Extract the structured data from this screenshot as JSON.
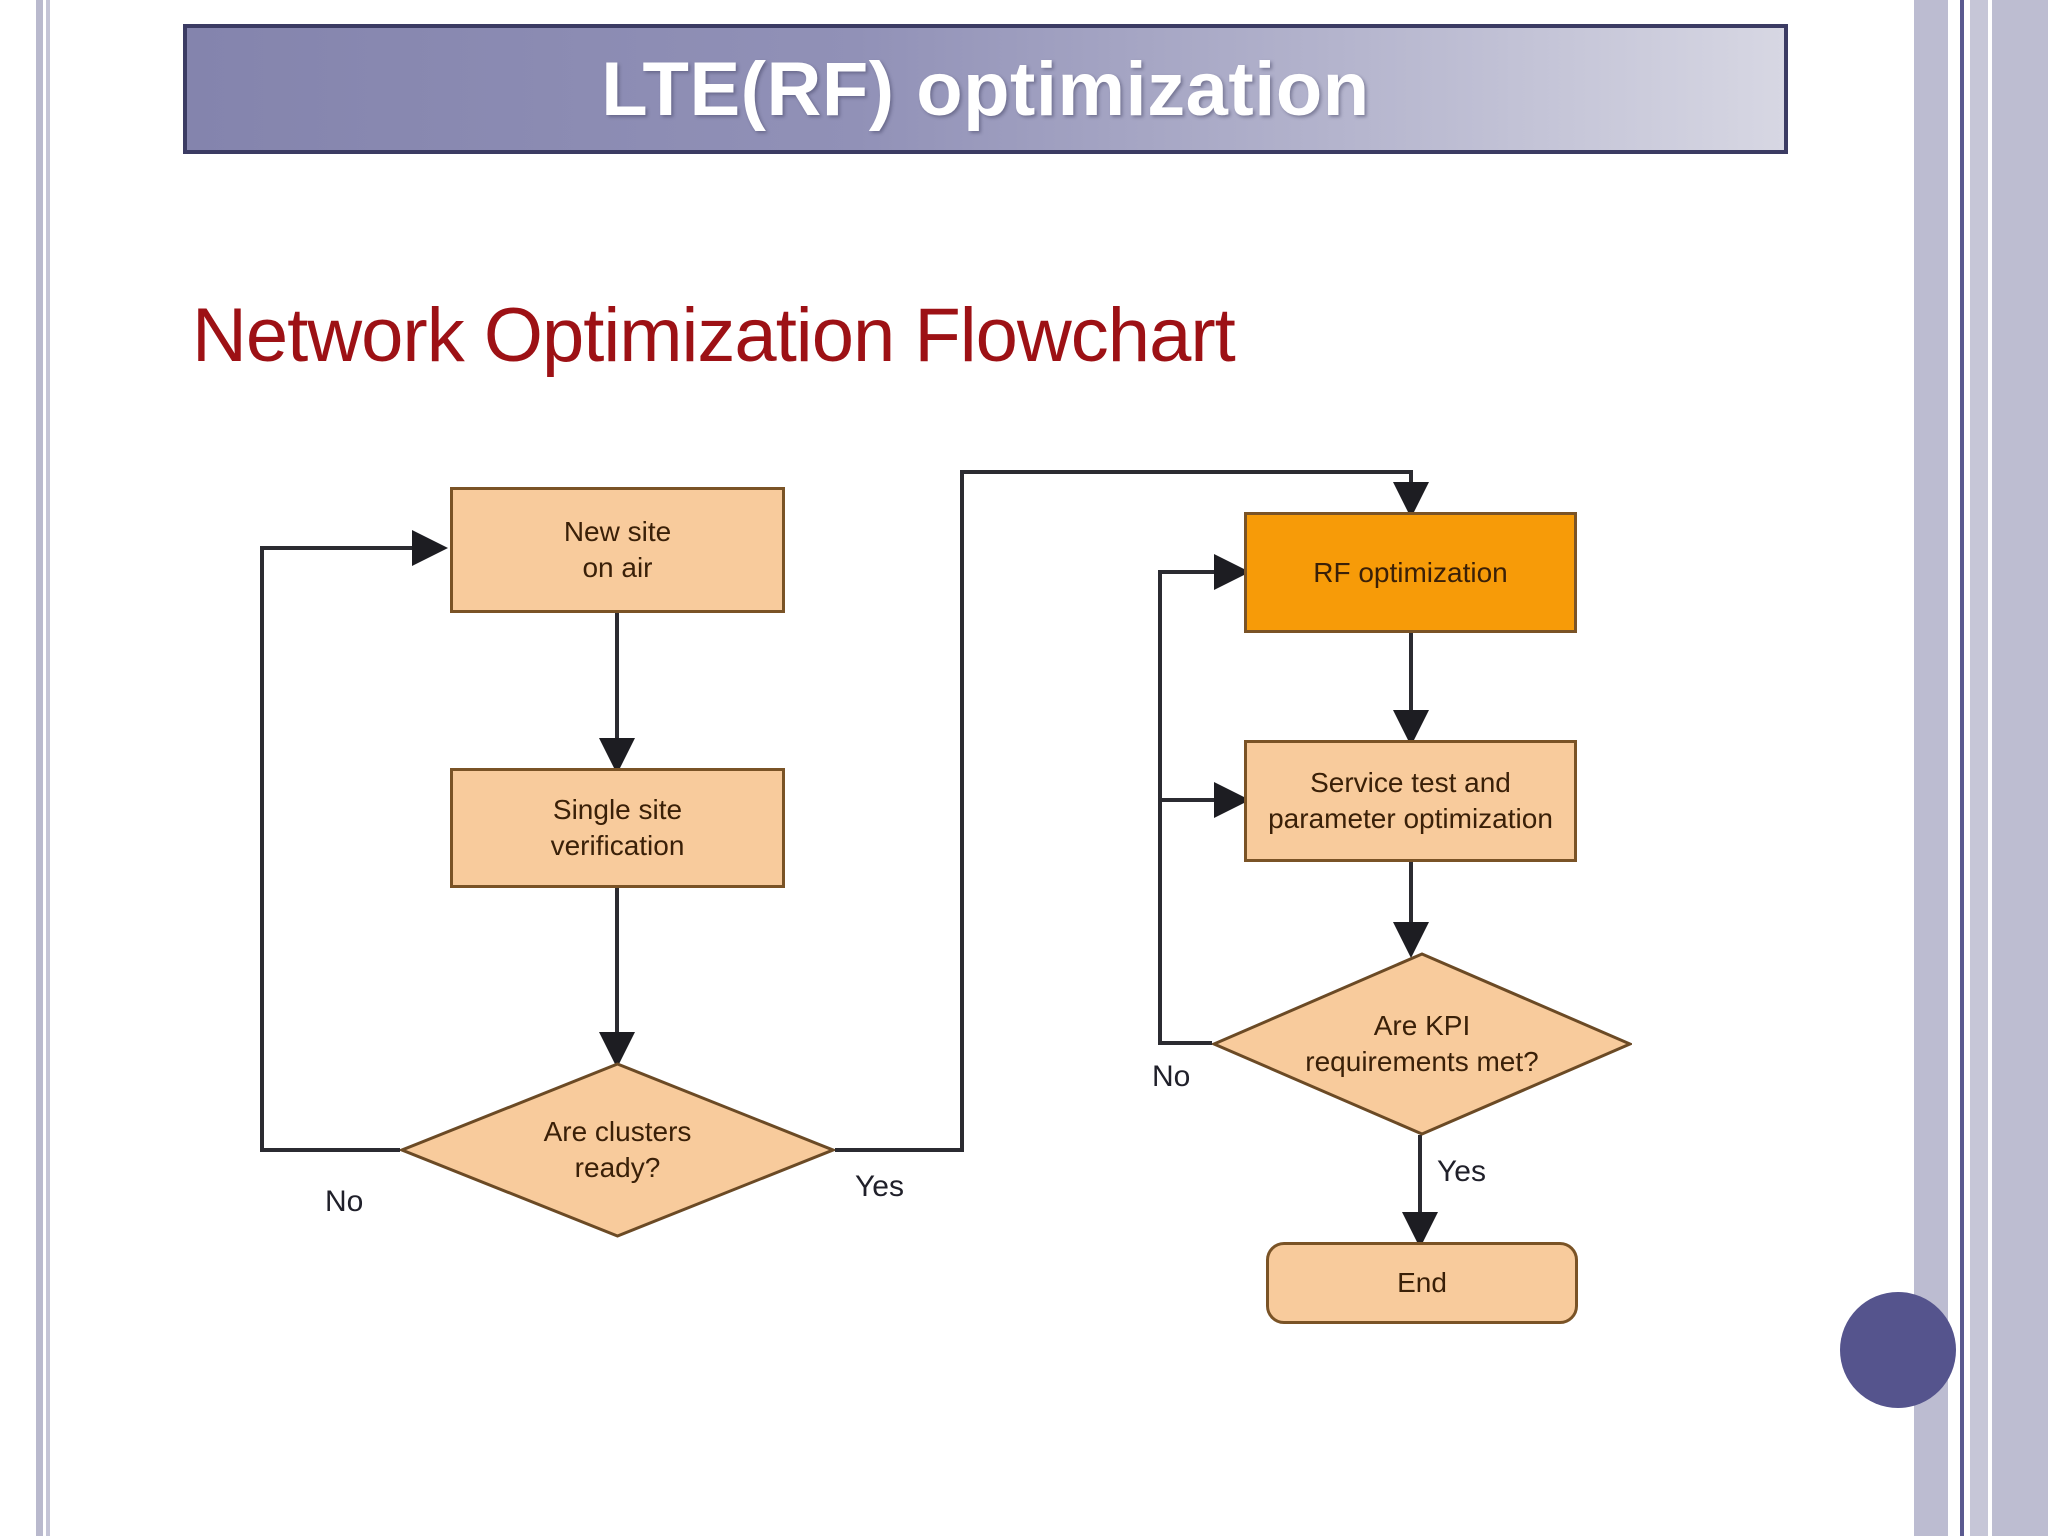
{
  "slide": {
    "title": "LTE(RF) optimization",
    "heading": "Network Optimization Flowchart",
    "accent_color": "#55548d",
    "title_band_color": "#8484ad",
    "heading_color": "#9d1115"
  },
  "flowchart": {
    "nodes": [
      {
        "id": "new-site-on-air",
        "type": "process",
        "label": "New site\non air",
        "fill": "#f8cb9c",
        "border": "#7a5326"
      },
      {
        "id": "single-site-verification",
        "type": "process",
        "label": "Single site\nverification",
        "fill": "#f8cb9c",
        "border": "#7a5326"
      },
      {
        "id": "are-clusters-ready",
        "type": "decision",
        "label": "Are clusters\nready?",
        "fill": "#f8cb9c",
        "border": "#7a5326"
      },
      {
        "id": "rf-optimization",
        "type": "process",
        "label": "RF optimization",
        "fill": "#f79b08",
        "border": "#7a5326",
        "highlighted": true
      },
      {
        "id": "service-test",
        "type": "process",
        "label": "Service test and\nparameter optimization",
        "fill": "#f8cb9c",
        "border": "#7a5326"
      },
      {
        "id": "are-kpi-met",
        "type": "decision",
        "label": "Are KPI\nrequirements met?",
        "fill": "#f8cb9c",
        "border": "#7a5326"
      },
      {
        "id": "end",
        "type": "terminator",
        "label": "End",
        "fill": "#f8cb9c",
        "border": "#7a5326"
      }
    ],
    "node_labels": {
      "new_site_line1": "New site",
      "new_site_line2": "on air",
      "single_site_line1": "Single site",
      "single_site_line2": "verification",
      "clusters_line1": "Are clusters",
      "clusters_line2": "ready?",
      "rf_optimization": "RF optimization",
      "service_line1": "Service test and",
      "service_line2": "parameter optimization",
      "kpi_line1": "Are KPI",
      "kpi_line2": "requirements met?",
      "end": "End"
    },
    "edge_labels": {
      "clusters_no": "No",
      "clusters_yes": "Yes",
      "kpi_no": "No",
      "kpi_yes": "Yes"
    },
    "edges": [
      {
        "from": "new-site-on-air",
        "to": "single-site-verification",
        "label": ""
      },
      {
        "from": "single-site-verification",
        "to": "are-clusters-ready",
        "label": ""
      },
      {
        "from": "are-clusters-ready",
        "to": "new-site-on-air",
        "label": "No"
      },
      {
        "from": "are-clusters-ready",
        "to": "rf-optimization",
        "label": "Yes"
      },
      {
        "from": "rf-optimization",
        "to": "service-test",
        "label": ""
      },
      {
        "from": "service-test",
        "to": "are-kpi-met",
        "label": ""
      },
      {
        "from": "are-kpi-met",
        "to": "rf-optimization",
        "label": "No"
      },
      {
        "from": "are-kpi-met",
        "to": "service-test",
        "label": "No"
      },
      {
        "from": "are-kpi-met",
        "to": "end",
        "label": "Yes"
      }
    ]
  }
}
